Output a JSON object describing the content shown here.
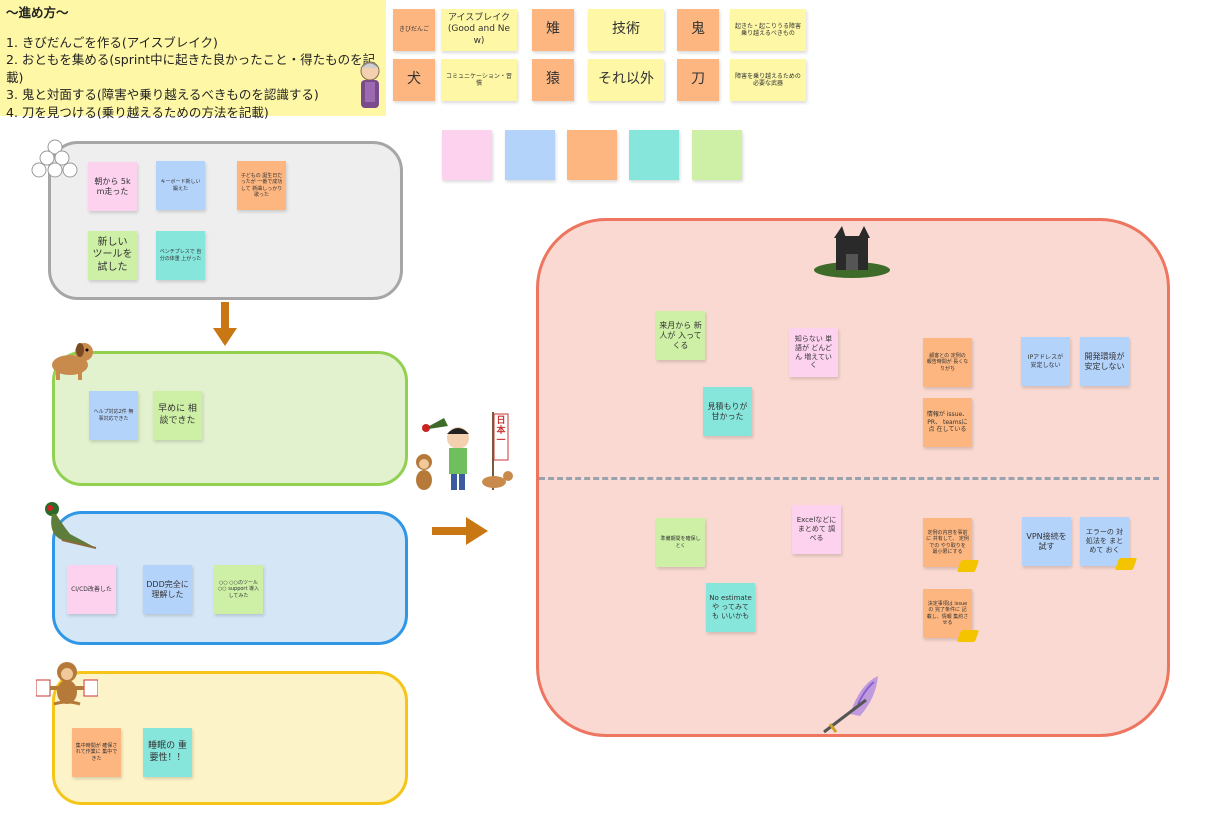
{
  "instructions": {
    "title": "～進め方～",
    "steps": [
      "1. きびだんごを作る(アイスブレイク)",
      "2. おともを集める(sprint中に起きた良かったこと・得たものを記載)",
      "3. 鬼と対面する(障害や乗り越えるべきものを認識する)",
      "4. 刀を見つける(乗り越えるための方法を記載)"
    ]
  },
  "legend": {
    "kibidango": "きびだんご",
    "icebreak": "アイスブレイク (Good and New)",
    "kiji": "雉",
    "gijutsu": "技術",
    "oni": "鬼",
    "oni_desc": "起きた・起こりうる障害 乗り越えるべきもの",
    "inu": "犬",
    "communication": "コミュニケーション・習慣",
    "saru": "猿",
    "sore_igai": "それ以外",
    "katana": "刀",
    "katana_desc": "障害を乗り越えるための 必要な武器"
  },
  "colors": {
    "yellow": "#fdf7a6",
    "pink": "#fcd2ef",
    "blue": "#b4d3fb",
    "orange": "#fdb67f",
    "cyan": "#87e6dc",
    "green": "#cdf0a6",
    "frame_gray": "#a6a6a6",
    "frame_green": "#92d050",
    "frame_blue": "#2f97e6",
    "frame_yellow": "#f5c518",
    "frame_red": "#ee7560",
    "oni_area": "#f9d9d1"
  },
  "kibidango_notes": {
    "n1": "朝から 5km走った",
    "n2": "キーボード新しい 鍛えた",
    "n3": "子どもの 誕生日だったが 一番で成功して 新曲しっかり 歌った",
    "n4": "新しい ツールを 試した",
    "n5": "ベンチプレスで 自分の体重 上がった"
  },
  "inu_notes": {
    "n1": "ヘルプ対応2件 無事対応できた",
    "n2": "早めに 相談できた"
  },
  "kiji_notes": {
    "n1": "CI/CD改善した",
    "n2": "DDD完全に 理解した",
    "n3": "○○ ○○のツール○○ support 導入してみた"
  },
  "saru_notes": {
    "n1": "集中時間が 確保されて作業に 集中できた",
    "n2": "睡眠の 重要性！！"
  },
  "oni_notes": {
    "n1": "来月から 新人が 入ってくる",
    "n2": "知らない 単語が どんどん 増えていく",
    "n3": "顧客との 定例の 報告時間が 長くなりがち",
    "n4": "IPアドレスが 安定しない",
    "n5": "開発環境が 安定しない",
    "n6": "見積もりが 甘かった",
    "n7": "情報が issue、PR、 teamsに点 在している"
  },
  "katana_notes": {
    "n1": "準備期間を確保しとく",
    "n2": "Excelなどに まとめて 調べる",
    "n3": "定例の内容を事前に 共有して、 定例での やり取りを 最小限にする",
    "n4": "VPN接続を 試す",
    "n5": "エラーの 対処法を まとめて おく",
    "n6": "No estimateや ってみても いいかも",
    "n7": "決定事項は issueの 完了条件に 記載し、情報 集約させる"
  },
  "banner_text": "日本一"
}
